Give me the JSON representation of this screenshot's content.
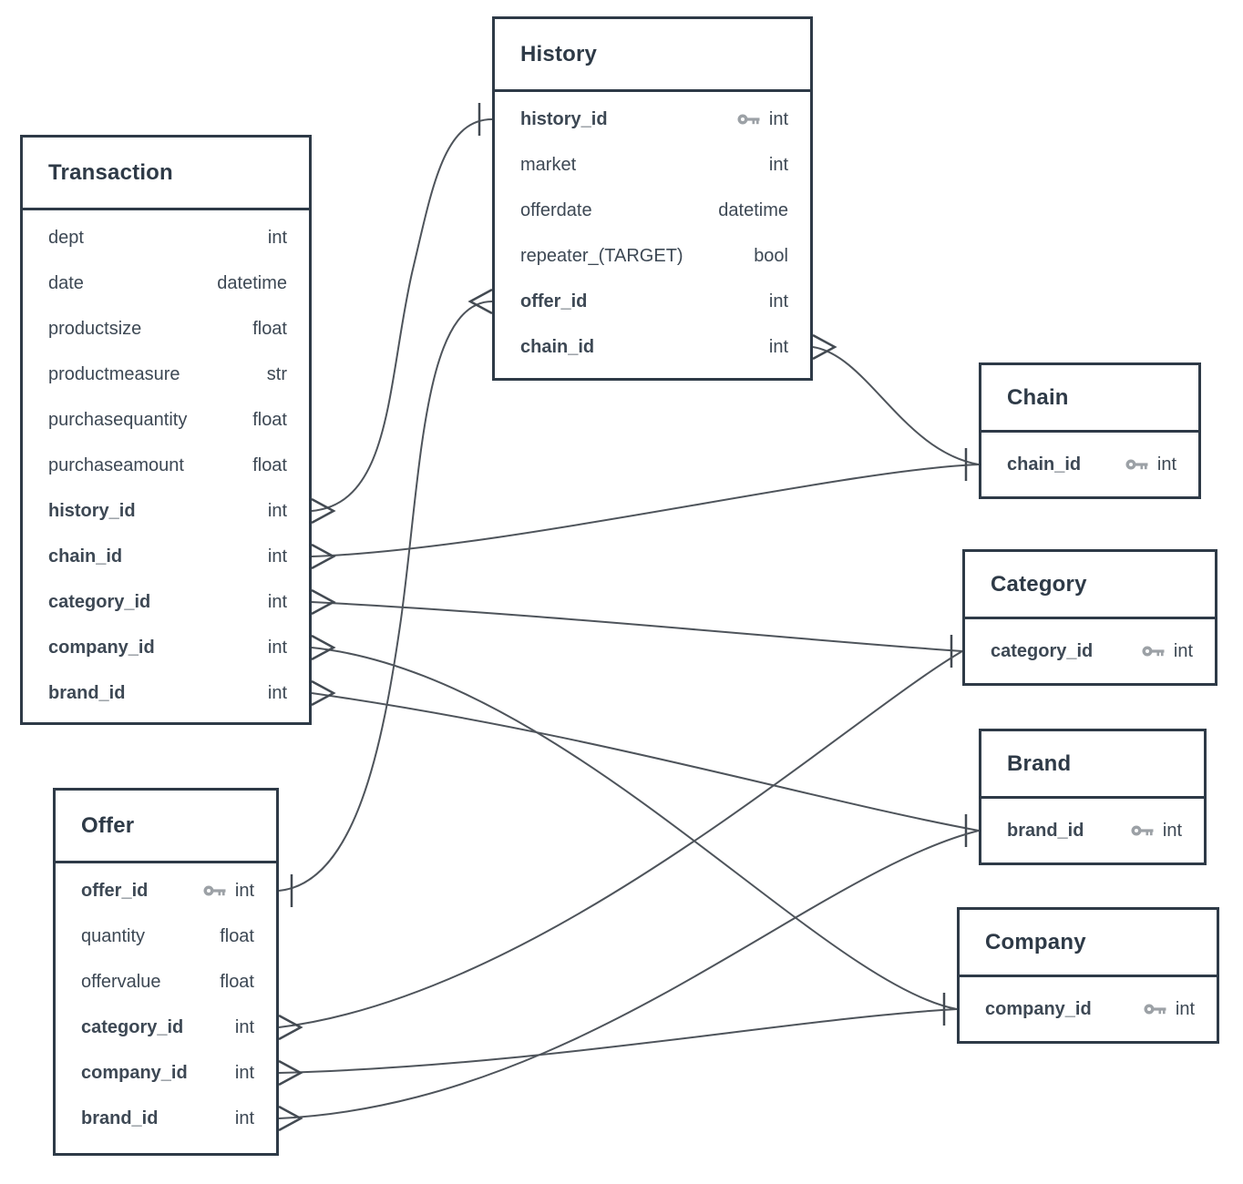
{
  "diagram": {
    "kind": "entity-relationship-diagram",
    "colors": {
      "background": "#ffffff",
      "table_border": "#2e3a47",
      "title_text": "#2e3a47",
      "field_text": "#3d4854",
      "connector_line": "#4e545b",
      "key_icon": "#9ca1a6"
    }
  },
  "tables": {
    "transaction": {
      "title": "Transaction",
      "fields": [
        {
          "name": "dept",
          "type": "int"
        },
        {
          "name": "date",
          "type": "datetime"
        },
        {
          "name": "productsize",
          "type": "float"
        },
        {
          "name": "productmeasure",
          "type": "str"
        },
        {
          "name": "purchasequantity",
          "type": "float"
        },
        {
          "name": "purchaseamount",
          "type": "float"
        },
        {
          "name": "history_id",
          "type": "int",
          "foreign_key": true
        },
        {
          "name": "chain_id",
          "type": "int",
          "foreign_key": true
        },
        {
          "name": "category_id",
          "type": "int",
          "foreign_key": true
        },
        {
          "name": "company_id",
          "type": "int",
          "foreign_key": true
        },
        {
          "name": "brand_id",
          "type": "int",
          "foreign_key": true
        }
      ]
    },
    "history": {
      "title": "History",
      "fields": [
        {
          "name": "history_id",
          "type": "int",
          "primary_key": true
        },
        {
          "name": "market",
          "type": "int"
        },
        {
          "name": "offerdate",
          "type": "datetime"
        },
        {
          "name": "repeater_(TARGET)",
          "type": "bool"
        },
        {
          "name": "offer_id",
          "type": "int",
          "foreign_key": true
        },
        {
          "name": "chain_id",
          "type": "int",
          "foreign_key": true
        }
      ]
    },
    "offer": {
      "title": "Offer",
      "fields": [
        {
          "name": "offer_id",
          "type": "int",
          "primary_key": true
        },
        {
          "name": "quantity",
          "type": "float"
        },
        {
          "name": "offervalue",
          "type": "float"
        },
        {
          "name": "category_id",
          "type": "int",
          "foreign_key": true
        },
        {
          "name": "company_id",
          "type": "int",
          "foreign_key": true
        },
        {
          "name": "brand_id",
          "type": "int",
          "foreign_key": true
        }
      ]
    },
    "chain": {
      "title": "Chain",
      "fields": [
        {
          "name": "chain_id",
          "type": "int",
          "primary_key": true
        }
      ]
    },
    "category": {
      "title": "Category",
      "fields": [
        {
          "name": "category_id",
          "type": "int",
          "primary_key": true
        }
      ]
    },
    "brand": {
      "title": "Brand",
      "fields": [
        {
          "name": "brand_id",
          "type": "int",
          "primary_key": true
        }
      ]
    },
    "company": {
      "title": "Company",
      "fields": [
        {
          "name": "company_id",
          "type": "int",
          "primary_key": true
        }
      ]
    }
  },
  "connections": [
    {
      "from": "Transaction.history_id",
      "to": "History.history_id",
      "from_cardinality": "many",
      "to_cardinality": "one"
    },
    {
      "from": "History.offer_id",
      "to": "Offer.offer_id",
      "from_cardinality": "many",
      "to_cardinality": "one"
    },
    {
      "from": "Transaction.chain_id",
      "to": "Chain.chain_id",
      "from_cardinality": "many",
      "to_cardinality": "one"
    },
    {
      "from": "History.chain_id",
      "to": "Chain.chain_id",
      "from_cardinality": "many",
      "to_cardinality": "one"
    },
    {
      "from": "Transaction.category_id",
      "to": "Category.category_id",
      "from_cardinality": "many",
      "to_cardinality": "one"
    },
    {
      "from": "Offer.category_id",
      "to": "Category.category_id",
      "from_cardinality": "many",
      "to_cardinality": "one"
    },
    {
      "from": "Transaction.company_id",
      "to": "Company.company_id",
      "from_cardinality": "many",
      "to_cardinality": "one"
    },
    {
      "from": "Offer.company_id",
      "to": "Company.company_id",
      "from_cardinality": "many",
      "to_cardinality": "one"
    },
    {
      "from": "Transaction.brand_id",
      "to": "Brand.brand_id",
      "from_cardinality": "many",
      "to_cardinality": "one"
    },
    {
      "from": "Offer.brand_id",
      "to": "Brand.brand_id",
      "from_cardinality": "many",
      "to_cardinality": "one"
    }
  ]
}
